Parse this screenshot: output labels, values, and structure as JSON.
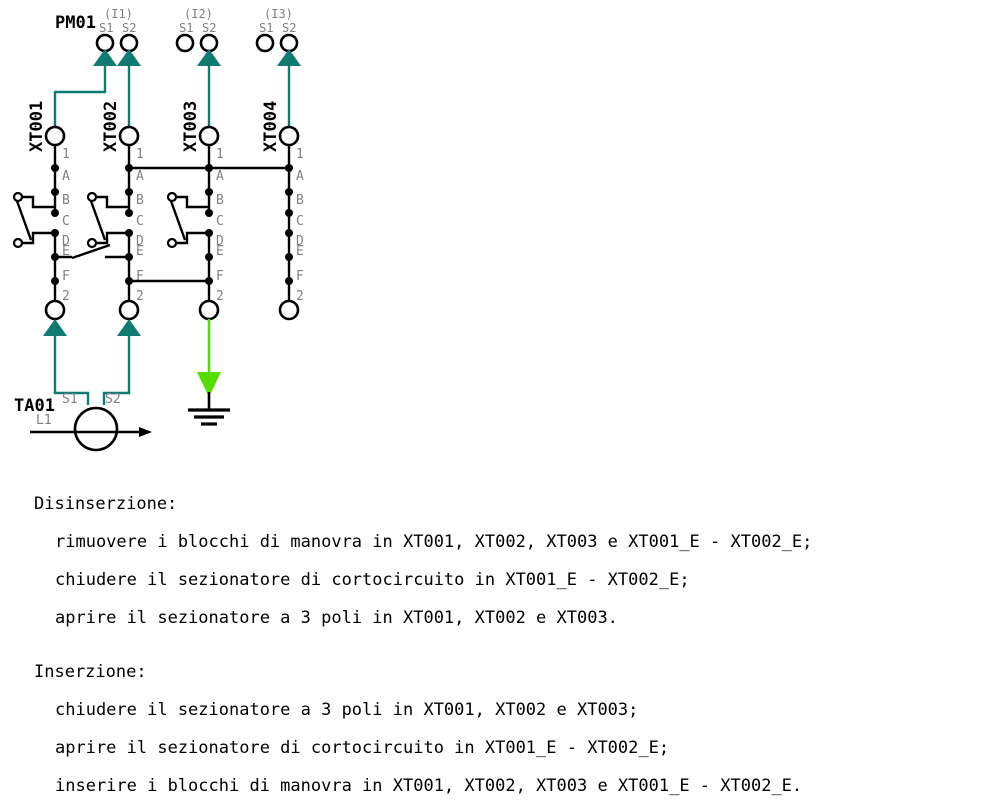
{
  "colors": {
    "wire_black": "#000000",
    "wire_teal": "#0F7B72",
    "wire_green": "#55DD00",
    "label_gray": "#808080",
    "background": "#FFFFFF"
  },
  "diagram": {
    "device_label": "PM01",
    "ct_label": "TA01",
    "ct_line_label": "L1",
    "ct_terminals": [
      "S1",
      "S2"
    ],
    "input_groups": [
      {
        "name": "(I1)",
        "s1": "S1",
        "s2": "S2"
      },
      {
        "name": "(I2)",
        "s1": "S1",
        "s2": "S2"
      },
      {
        "name": "(I3)",
        "s1": "S1",
        "s2": "S2"
      }
    ],
    "terminal_blocks": [
      {
        "label": "XT001",
        "top_pin": "1",
        "bottom_pin": "2"
      },
      {
        "label": "XT002",
        "top_pin": "1",
        "bottom_pin": "2"
      },
      {
        "label": "XT003",
        "top_pin": "1",
        "bottom_pin": "2"
      },
      {
        "label": "XT004",
        "top_pin": "1",
        "bottom_pin": "2"
      }
    ],
    "node_labels": [
      "A",
      "B",
      "C",
      "D",
      "E",
      "F"
    ]
  },
  "procedures": [
    {
      "heading": "Disinserzione:",
      "steps": [
        "rimuovere i blocchi di manovra in XT001, XT002, XT003 e XT001_E - XT002_E;",
        "chiudere il sezionatore di cortocircuito in XT001_E - XT002_E;",
        "aprire il sezionatore a 3 poli in XT001, XT002 e XT003."
      ]
    },
    {
      "heading": "Inserzione:",
      "steps": [
        "chiudere il sezionatore a 3 poli in XT001, XT002 e XT003;",
        "aprire il sezionatore di cortocircuito in XT001_E - XT002_E;",
        "inserire i blocchi di manovra in XT001, XT002, XT003 e XT001_E - XT002_E."
      ]
    }
  ]
}
